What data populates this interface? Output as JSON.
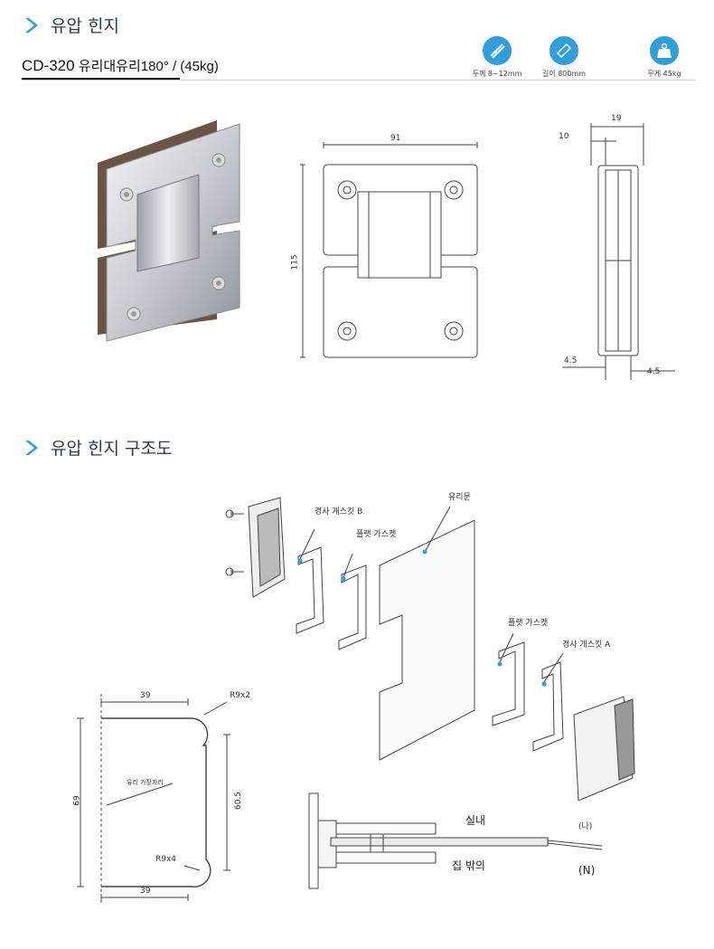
{
  "section1": {
    "title": "유압 힌지"
  },
  "product": {
    "code": "CD-320",
    "desc": "유리대유리180° / (45kg)"
  },
  "specs": [
    {
      "icon": "thickness-icon",
      "label": "두께 8~12mm"
    },
    {
      "icon": "length-icon",
      "label": "길이 800mm"
    },
    {
      "icon": "weight-icon",
      "label": "무게 45kg"
    }
  ],
  "front_dims": {
    "width": "91",
    "height": "115"
  },
  "side_dims": {
    "top": "19",
    "left": "10",
    "bottom_left": "4.5",
    "bottom_right": "4.5"
  },
  "section2": {
    "title": "유압 힌지 구조도"
  },
  "parts": {
    "gasket_b": "경사 개스킷 B",
    "flat_gasket_1": "플랫 가스켓",
    "glass_door": "유리문",
    "flat_gasket_2": "플랫 가스켓",
    "gasket_a": "경사 개스킷 A"
  },
  "cutout": {
    "top_width": "39",
    "top_radius": "R9x2",
    "glass_edge": "유리 가장자리",
    "height": "69",
    "inner_height": "60.5",
    "bottom_radius": "R9x4",
    "bottom_width": "39"
  },
  "section_view": {
    "indoor": "실내",
    "indoor_mark": "(나)",
    "outdoor": "집 밖의",
    "outdoor_mark": "(N)"
  }
}
